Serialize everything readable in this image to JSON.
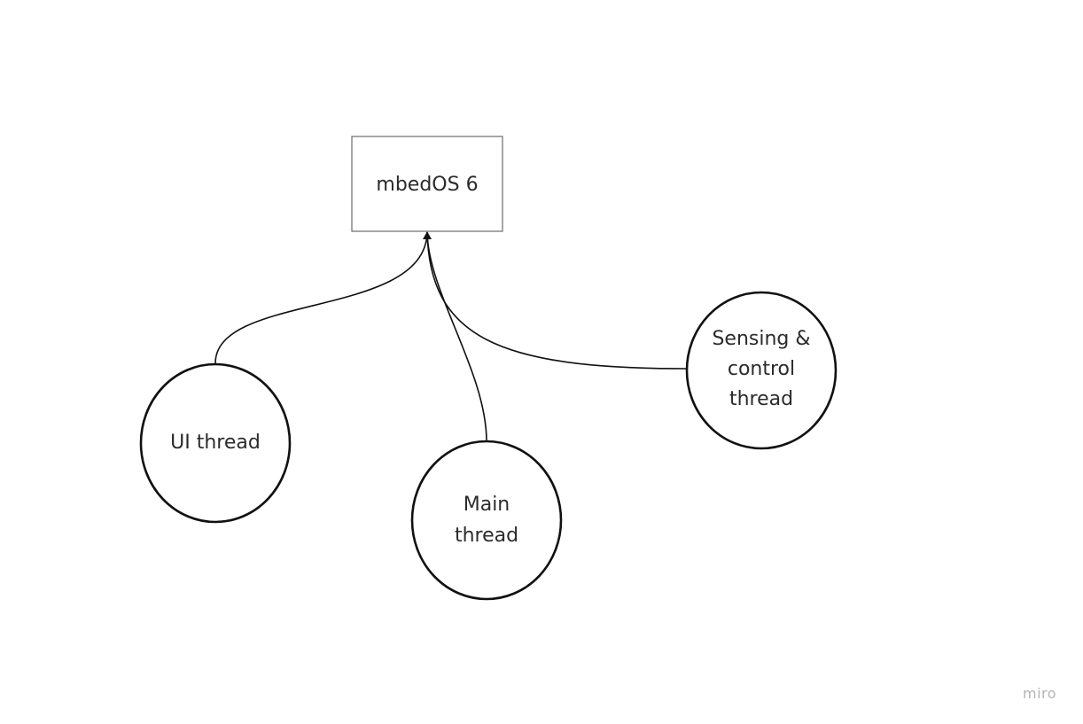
{
  "diagram": {
    "nodes": {
      "mbedos": {
        "label": "mbedOS 6"
      },
      "ui_thread": {
        "label": "UI thread"
      },
      "main_thread": {
        "lines": [
          "Main",
          "thread"
        ]
      },
      "sensing_thread": {
        "lines": [
          "Sensing &",
          "control",
          "thread"
        ]
      }
    },
    "connectors": [
      {
        "from": "ui_thread",
        "to": "mbedos"
      },
      {
        "from": "main_thread",
        "to": "mbedos"
      },
      {
        "from": "sensing_thread",
        "to": "mbedos"
      }
    ]
  },
  "watermark": {
    "text": "miro"
  }
}
